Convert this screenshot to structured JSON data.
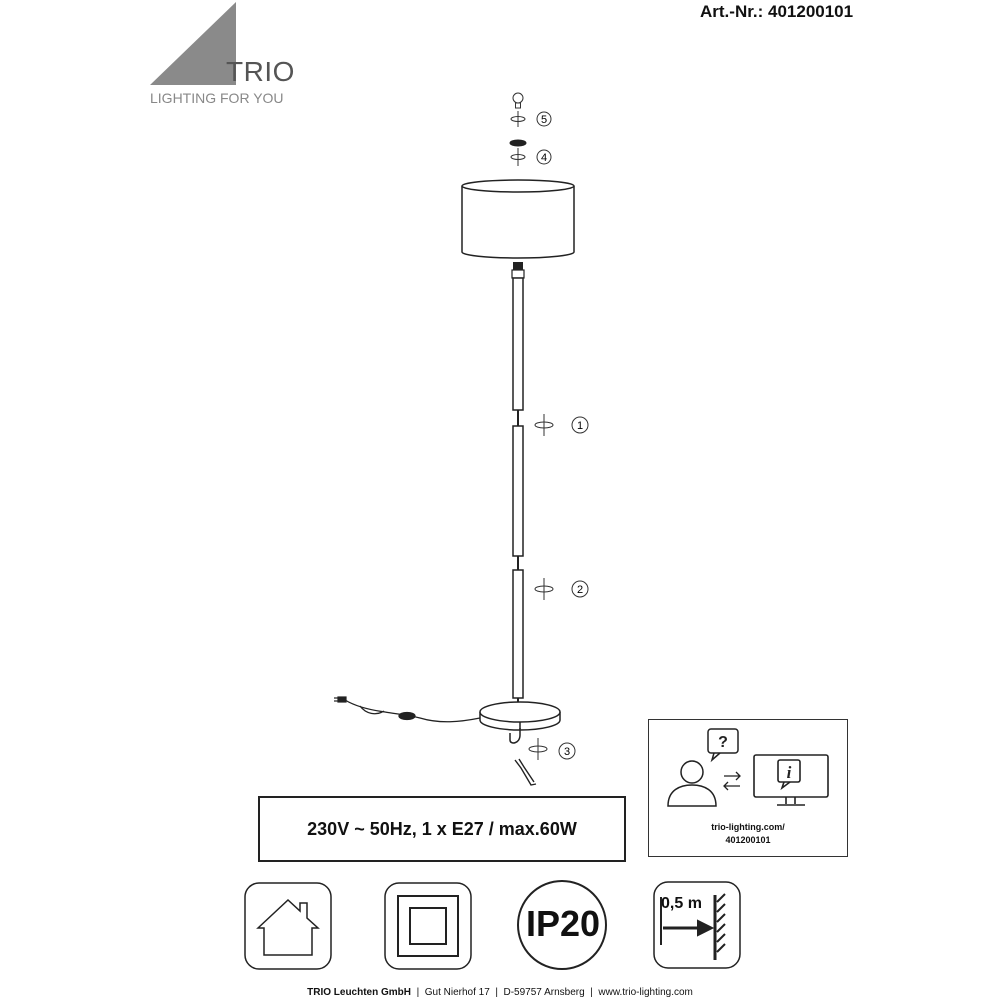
{
  "header": {
    "article_number": "Art.-Nr.: 401200101"
  },
  "logo": {
    "brand": "TRIO",
    "tagline": "LIGHTING FOR YOU"
  },
  "assembly_steps": [
    "1",
    "2",
    "3",
    "4",
    "5"
  ],
  "spec": {
    "electrical": "230V ~ 50Hz, 1 x E27 / max.60W"
  },
  "info": {
    "url_line1": "trio-lighting.com/",
    "url_line2": "401200101"
  },
  "symbols": {
    "ip_rating": "IP20",
    "min_distance": "0,5 m"
  },
  "footer": {
    "company": "TRIO Leuchten GmbH",
    "address": "Gut Nierhof 17",
    "city": "D-59757 Arnsberg",
    "website": "www.trio-lighting.com"
  }
}
